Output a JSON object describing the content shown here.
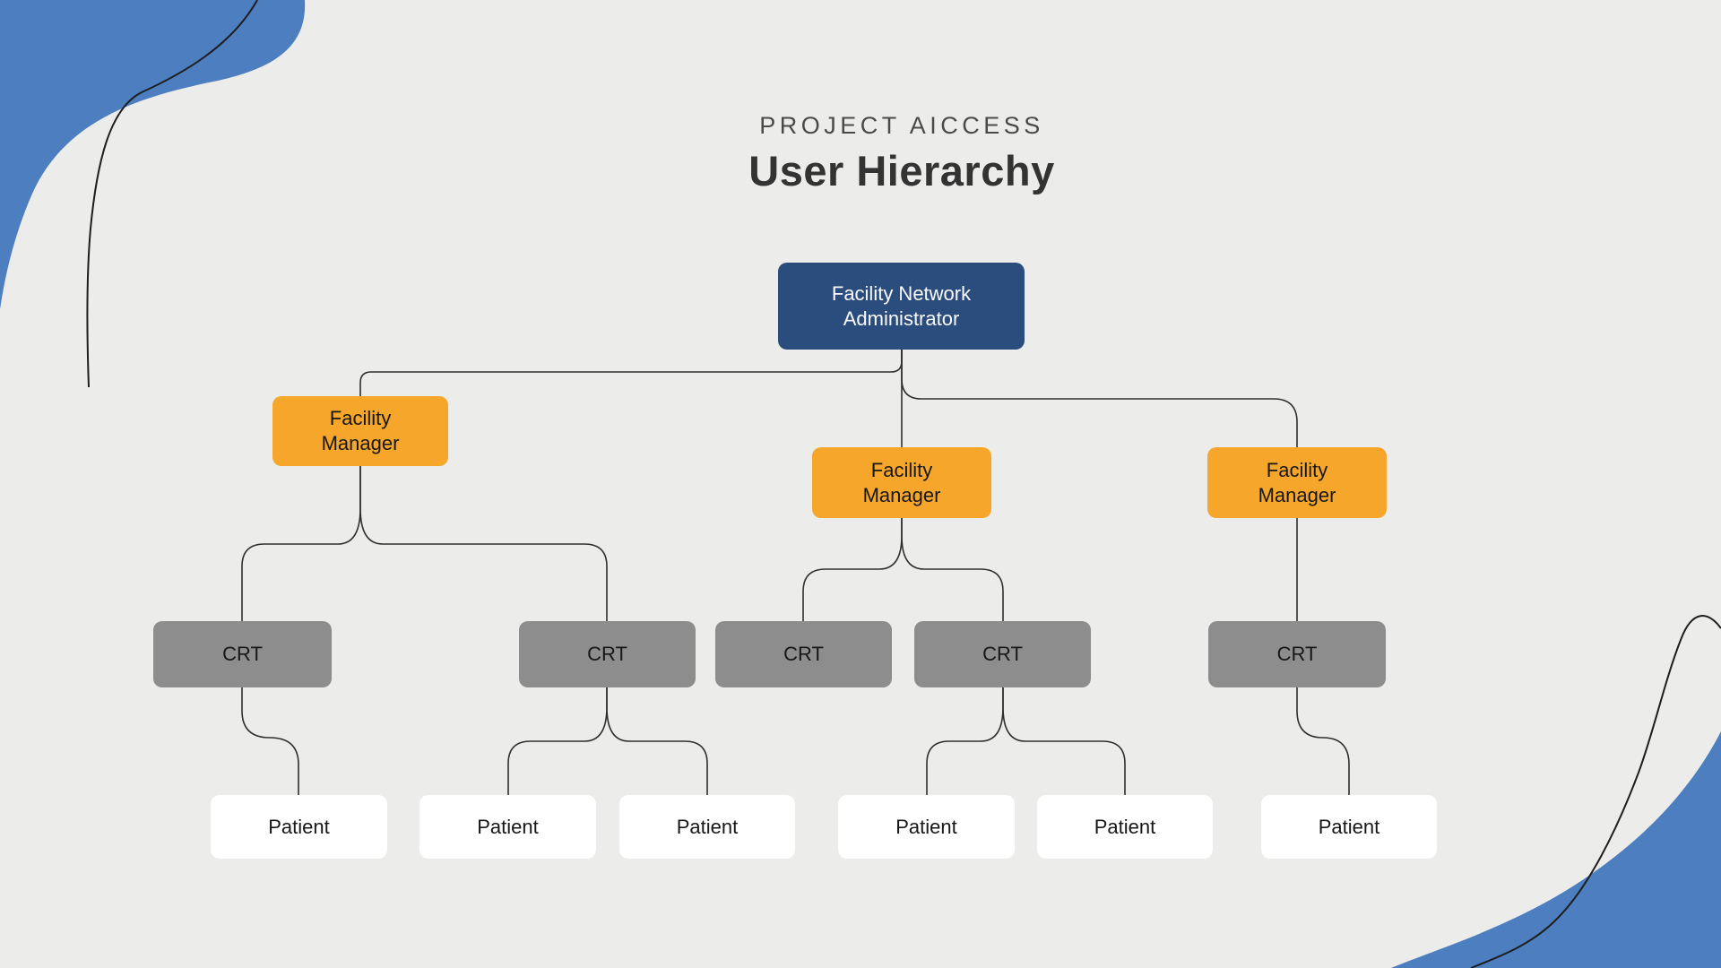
{
  "header": {
    "kicker": "PROJECT AICCESS",
    "title": "User Hierarchy"
  },
  "nodes": {
    "admin": {
      "label": "Facility Network Administrator"
    },
    "managers": [
      {
        "label": "Facility Manager"
      },
      {
        "label": "Facility Manager"
      },
      {
        "label": "Facility Manager"
      }
    ],
    "crts": [
      {
        "label": "CRT"
      },
      {
        "label": "CRT"
      },
      {
        "label": "CRT"
      },
      {
        "label": "CRT"
      },
      {
        "label": "CRT"
      }
    ],
    "patients": [
      {
        "label": "Patient"
      },
      {
        "label": "Patient"
      },
      {
        "label": "Patient"
      },
      {
        "label": "Patient"
      },
      {
        "label": "Patient"
      },
      {
        "label": "Patient"
      }
    ]
  },
  "hierarchy": {
    "root": "Facility Network Administrator",
    "edges": [
      "Facility Network Administrator > Facility Manager 1",
      "Facility Network Administrator > Facility Manager 2",
      "Facility Network Administrator > Facility Manager 3",
      "Facility Manager 1 > CRT 1",
      "Facility Manager 1 > CRT 2",
      "Facility Manager 2 > CRT 3",
      "Facility Manager 2 > CRT 4",
      "Facility Manager 3 > CRT 5",
      "CRT 1 > Patient 1",
      "CRT 2 > Patient 2",
      "CRT 2 > Patient 3",
      "CRT 4 > Patient 4",
      "CRT 4 > Patient 5",
      "CRT 5 > Patient 6"
    ]
  },
  "colors": {
    "background": "#ECECEA",
    "administrator_box": "#2B4D7E",
    "manager_box": "#F5A62B",
    "crt_box": "#8D8D8D",
    "patient_box": "#FFFFFF",
    "connector_line": "#2F2F2F",
    "decorative_blob": "#4C7EC0"
  }
}
